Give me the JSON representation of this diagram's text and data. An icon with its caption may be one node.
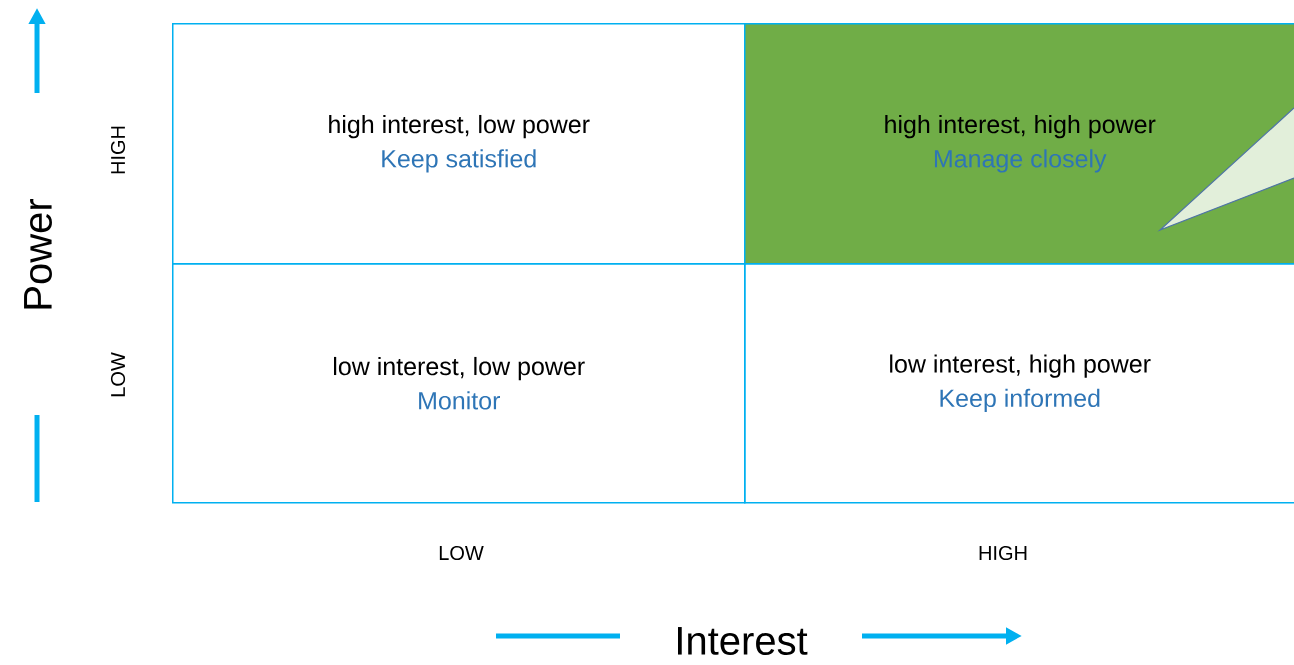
{
  "diagram": {
    "nodes": [
      {
        "text": [
          "high interest, low power",
          "Keep satisfied"
        ]
      },
      {
        "text": [
          "high interest, high power",
          "Manage closely"
        ]
      },
      {
        "text": [
          "low interest, low power",
          "Monitor"
        ]
      },
      {
        "text": [
          "low interest, high power",
          "Keep informed"
        ]
      }
    ],
    "edges": [],
    "labels": [
      "Power",
      "HIGH",
      "LOW",
      "LOW",
      "HIGH",
      "Interest"
    ]
  }
}
